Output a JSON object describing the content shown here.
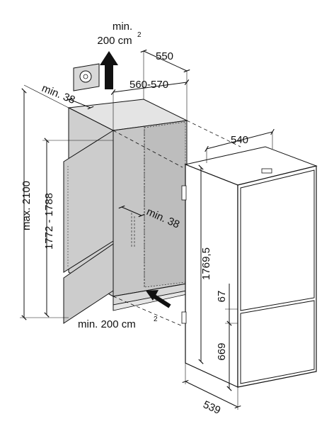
{
  "labels": {
    "top_vent_line1": "min.",
    "top_vent_line2": "200 cm",
    "top_vent_sup": "2",
    "bottom_vent": "min. 200 cm",
    "bottom_vent_sup": "2",
    "rear_gap": "min. 38",
    "side_gap": "min. 38",
    "niche_depth": "550",
    "niche_width": "560-570",
    "niche_height_max": "max. 2100",
    "niche_height_range": "1772 - 1788",
    "appliance_width": "540",
    "appliance_depth": "539",
    "appliance_height": "1769,5",
    "door_gap": "67",
    "lower_door_height": "669"
  },
  "colors": {
    "line": "#111111",
    "niche_fill": "#d4d4d4",
    "niche_inner": "#c6c6c6",
    "appliance_fill": "#ffffff",
    "arrow": "#111111"
  }
}
